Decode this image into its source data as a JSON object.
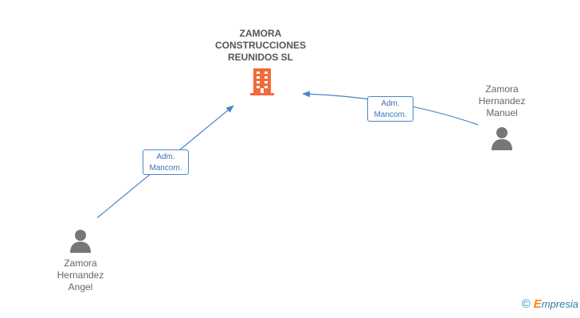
{
  "company": {
    "name": "ZAMORA\nCONSTRUCCIONES\nREUNIDOS SL",
    "icon": "building-icon",
    "color": "#f26b3a"
  },
  "persons": [
    {
      "id": "manuel",
      "name": "Zamora\nHernandez\nManuel",
      "icon": "person-icon"
    },
    {
      "id": "angel",
      "name": "Zamora\nHernandez\nAngel",
      "icon": "person-icon"
    }
  ],
  "relations": [
    {
      "from": "angel",
      "to": "company",
      "role": "Adm.\nMancom."
    },
    {
      "from": "manuel",
      "to": "company",
      "role": "Adm.\nMancom."
    }
  ],
  "colors": {
    "edge": "#4a86c8",
    "person": "#777777",
    "label_text": "#3b73b9"
  },
  "footer": {
    "copyright": "©",
    "brand_initial": "E",
    "brand_rest": "mpresia"
  }
}
